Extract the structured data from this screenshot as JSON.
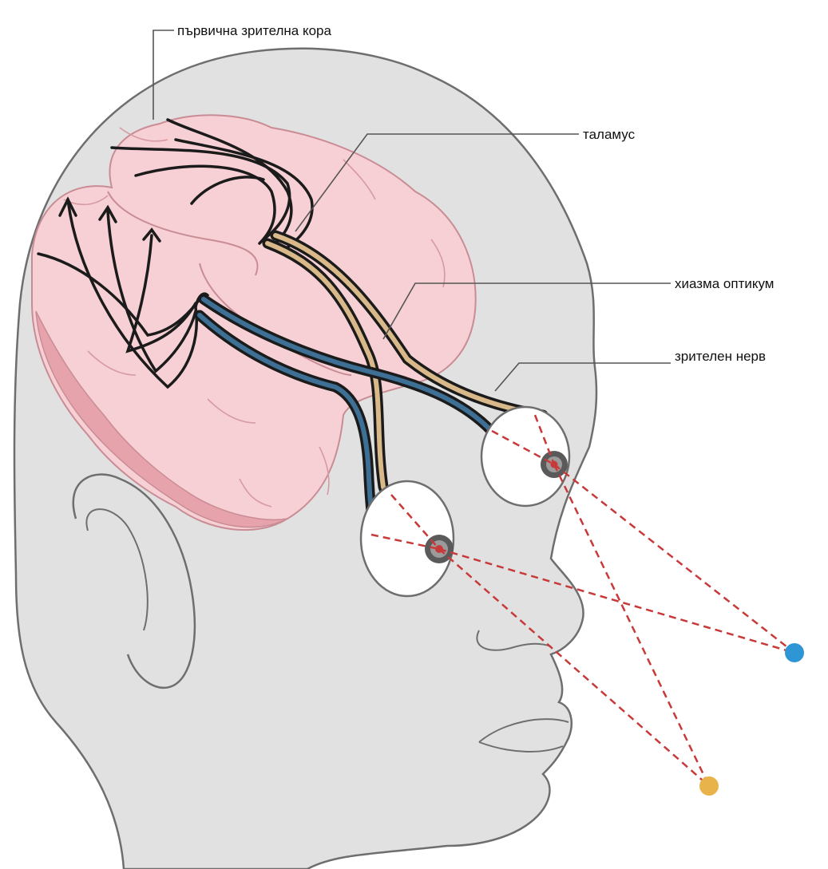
{
  "labels": {
    "primary_visual_cortex": "първична зрителна кора",
    "thalamus": "таламус",
    "optic_chiasm": "хиазма оптикум",
    "optic_nerve": "зрителен нерв"
  },
  "colors": {
    "head_fill": "#e1e1e1",
    "head_outline": "#6e6e6e",
    "brain_light": "#f6d0d4",
    "brain_dark": "#e6a3ac",
    "nerve_black": "#1b1b1b",
    "nerve_tan": "#d9b98a",
    "nerve_blue": "#3e6f95",
    "light_ray": "#c83a3a",
    "target_blue": "#2f96d6",
    "target_yellow": "#e8b34a"
  },
  "icons": [
    "head-outline",
    "brain-icon",
    "left-eye-icon",
    "right-eye-icon",
    "blue-target-dot",
    "yellow-target-dot"
  ]
}
